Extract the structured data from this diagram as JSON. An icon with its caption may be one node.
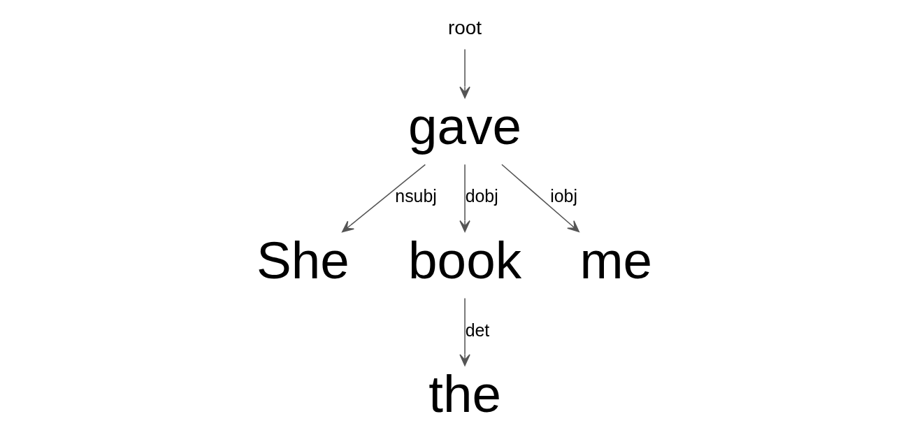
{
  "diagram": {
    "nodes": [
      {
        "text": [
          "She"
        ]
      },
      {
        "text": [
          "gave"
        ]
      },
      {
        "text": [
          "me"
        ]
      },
      {
        "text": [
          "the"
        ]
      },
      {
        "text": [
          "book"
        ]
      },
      {
        "text": [
          "root"
        ]
      }
    ],
    "edges": [
      {
        "from": 1,
        "to": 0,
        "arrow": "to",
        "label": "nsubj"
      },
      {
        "from": 5,
        "to": 1,
        "arrow": "to"
      },
      {
        "from": 1,
        "to": 4,
        "arrow": "to",
        "label": "dobj"
      },
      {
        "from": 1,
        "to": 2,
        "arrow": "to",
        "label": "iobj"
      },
      {
        "from": 4,
        "to": 3,
        "arrow": "to",
        "label": "det"
      }
    ]
  }
}
